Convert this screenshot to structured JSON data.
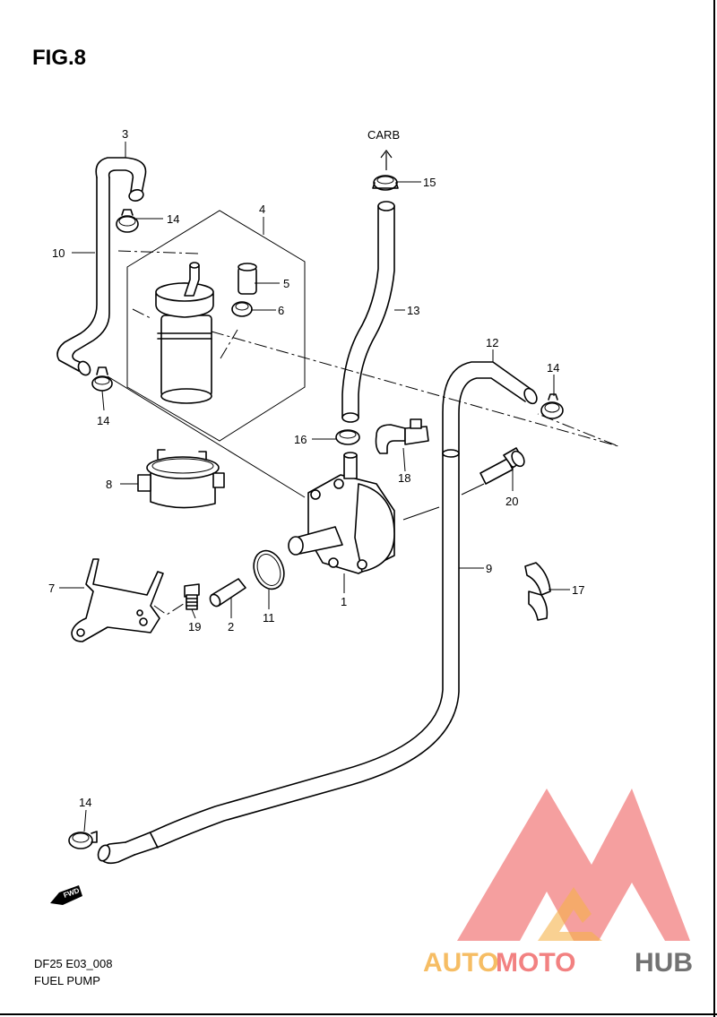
{
  "figure": {
    "title": "FIG.8",
    "code": "DF25 E03_008",
    "name": "FUEL PUMP",
    "direction_label": "CARB",
    "fwd_label": "FWD"
  },
  "callouts": {
    "c1": "1",
    "c2": "2",
    "c3": "3",
    "c4": "4",
    "c5": "5",
    "c6": "6",
    "c7": "7",
    "c8": "8",
    "c9": "9",
    "c10": "10",
    "c11": "11",
    "c12": "12",
    "c13": "13",
    "c14a": "14",
    "c14b": "14",
    "c14c": "14",
    "c14d": "14",
    "c15": "15",
    "c16": "16",
    "c17": "17",
    "c18": "18",
    "c19": "19",
    "c20": "20"
  },
  "watermark": {
    "part1": "AUTO",
    "part2": "MOTO",
    "part3": "HUB",
    "color_orange": "#f5b24a",
    "color_red": "#f06c6c",
    "color_gray": "#5a5a5a"
  }
}
